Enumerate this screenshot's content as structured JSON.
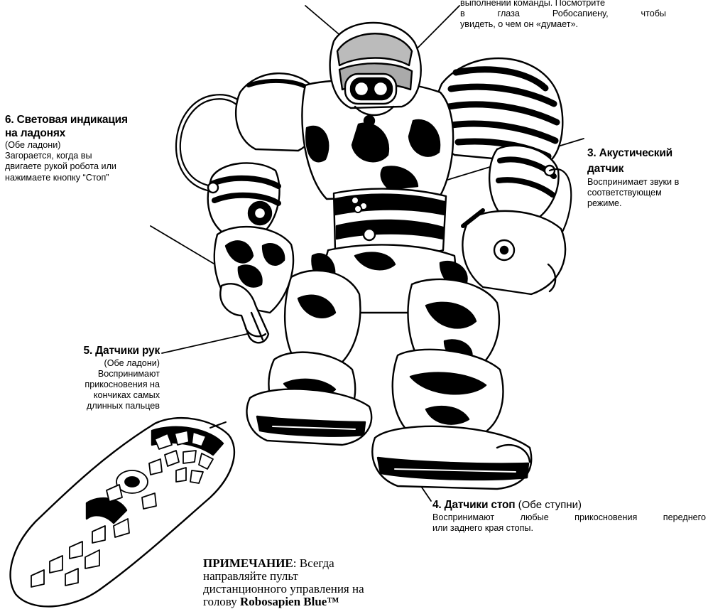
{
  "eyes": {
    "line1": "выполнении команды. Посмотрите",
    "w1": "в",
    "w2": "глаза",
    "w3": "Робосапиену,",
    "w4": "чтобы",
    "line3": "увидеть, о чем он «думает»."
  },
  "palm_lights": {
    "title_line1": "6. Световая индикация",
    "title_line2": "на ладонях",
    "sub": "(Обе ладони)",
    "desc1": "Загорается, когда вы",
    "desc2": "двигаете рукой робота или",
    "desc3": "нажимаете кнопку “Стоп”"
  },
  "sound_sensor": {
    "title_line1": "3. Акустический",
    "title_line2": "датчик",
    "desc1": "Воспринимает звуки в",
    "desc2": "соответствующем",
    "desc3": "режиме."
  },
  "hand_sensors": {
    "title": "5. Датчики рук",
    "sub": "(Обе ладони)",
    "desc1": "Воспринимают",
    "desc2": "прикосновения на",
    "desc3": "кончиках самых",
    "desc4": "длинных пальцев"
  },
  "foot_sensors": {
    "title": "4. Датчики стоп",
    "sub": " (Обе ступни)",
    "desc1": "Воспринимают любые прикосновения переднего",
    "desc2": "или заднего края стопы."
  },
  "note": {
    "label": "ПРИМЕЧАНИЕ",
    "line1": ": Всегда",
    "line2": "направляйте пульт",
    "line3": "дистанционного управления на",
    "line4a": "голову ",
    "line4b": "Robosapien Blue™"
  },
  "illustration": {
    "subject": "robot-illustration",
    "accessory": "remote-control-illustration"
  }
}
